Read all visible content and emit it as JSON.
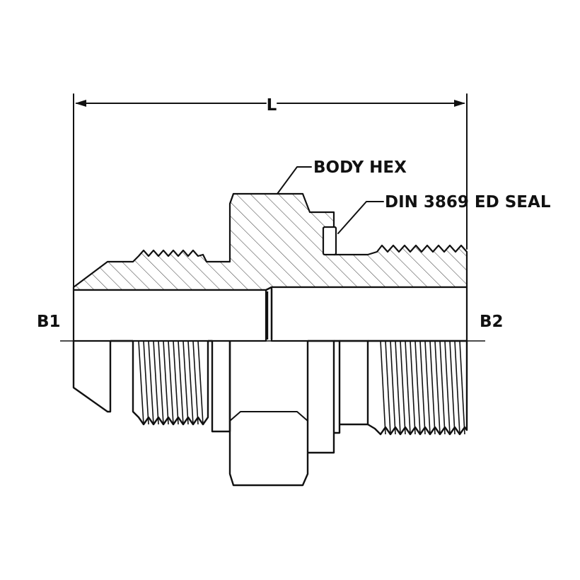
{
  "dimension_label": "L",
  "callouts": {
    "body_hex": "BODY HEX",
    "seal": "DIN 3869 ED SEAL"
  },
  "ports": {
    "left": "B1",
    "right": "B2"
  }
}
